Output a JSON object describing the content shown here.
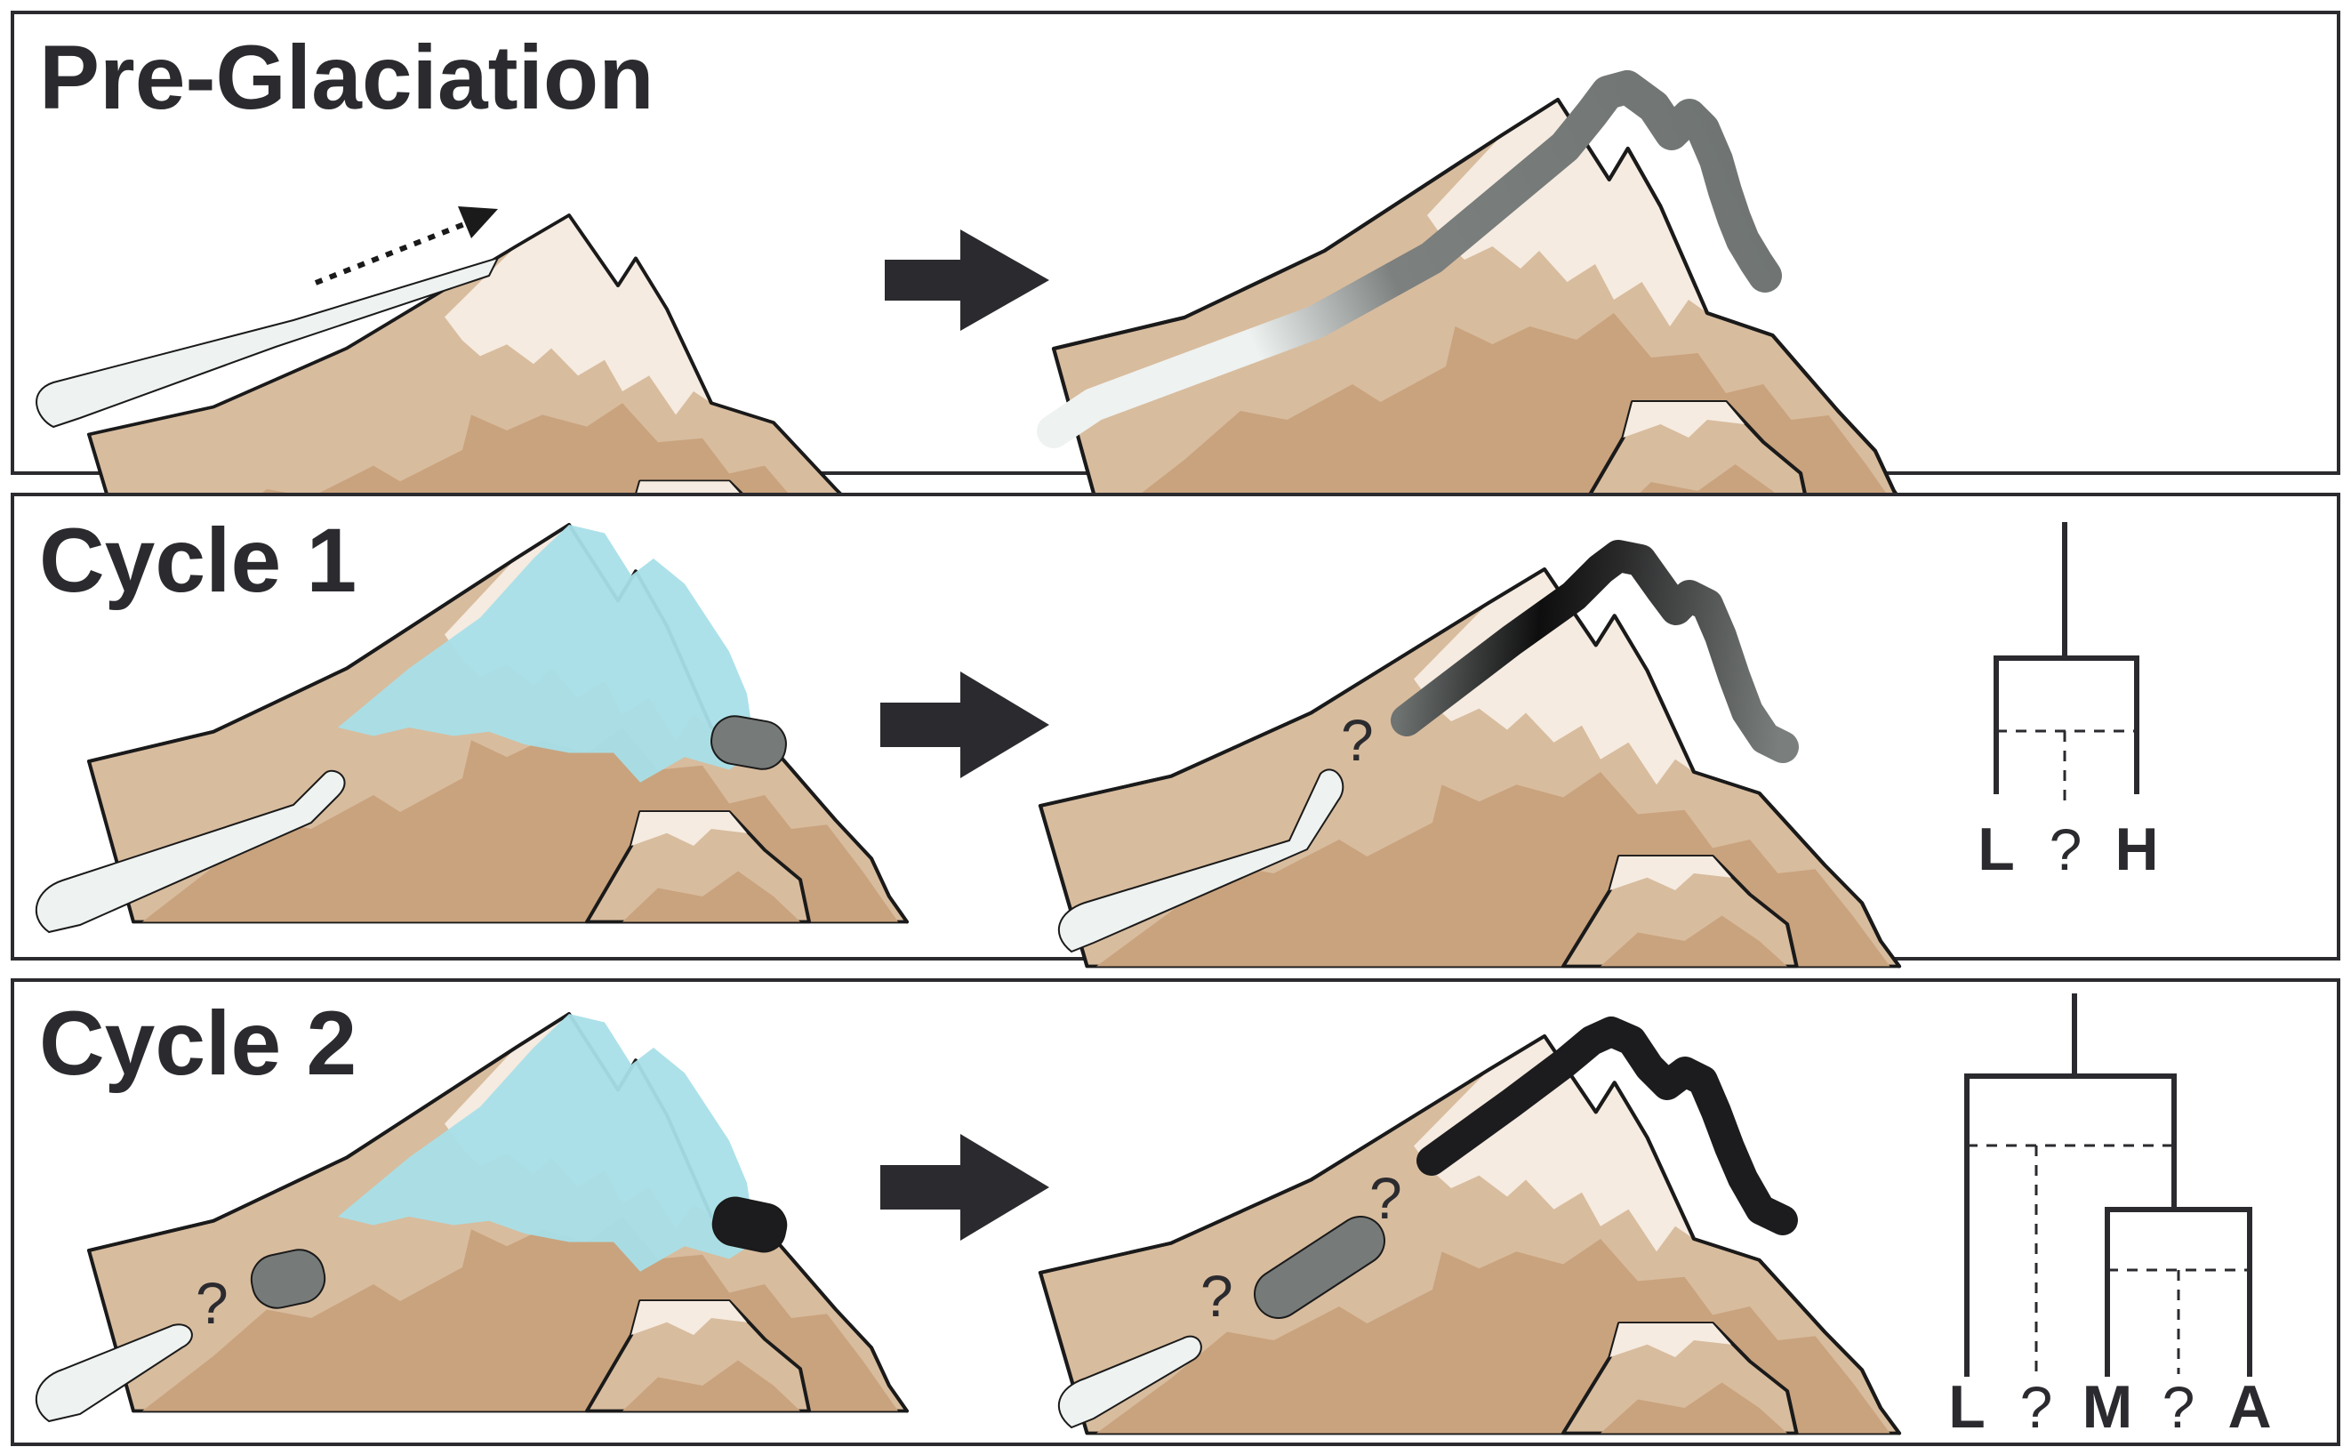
{
  "panels": [
    {
      "title": "Pre-Glaciation"
    },
    {
      "title": "Cycle 1"
    },
    {
      "title": "Cycle 2"
    }
  ],
  "question_mark": "?",
  "cycle1_tree_leaves": [
    "L",
    "?",
    "H"
  ],
  "cycle2_tree_leaves": [
    "L",
    "?",
    "M",
    "?",
    "A"
  ],
  "colors": {
    "glacier_ice": "#a8dfe8",
    "mountain_tan": "#d8bc9e",
    "mountain_dark": "#c9a37e",
    "peak_snow": "#f5ebe0",
    "lowland_pale": "#eef2f0",
    "mid_grey": "#767b79",
    "high_dark": "#1c1c1e",
    "arrow": "#2b2b2f"
  }
}
